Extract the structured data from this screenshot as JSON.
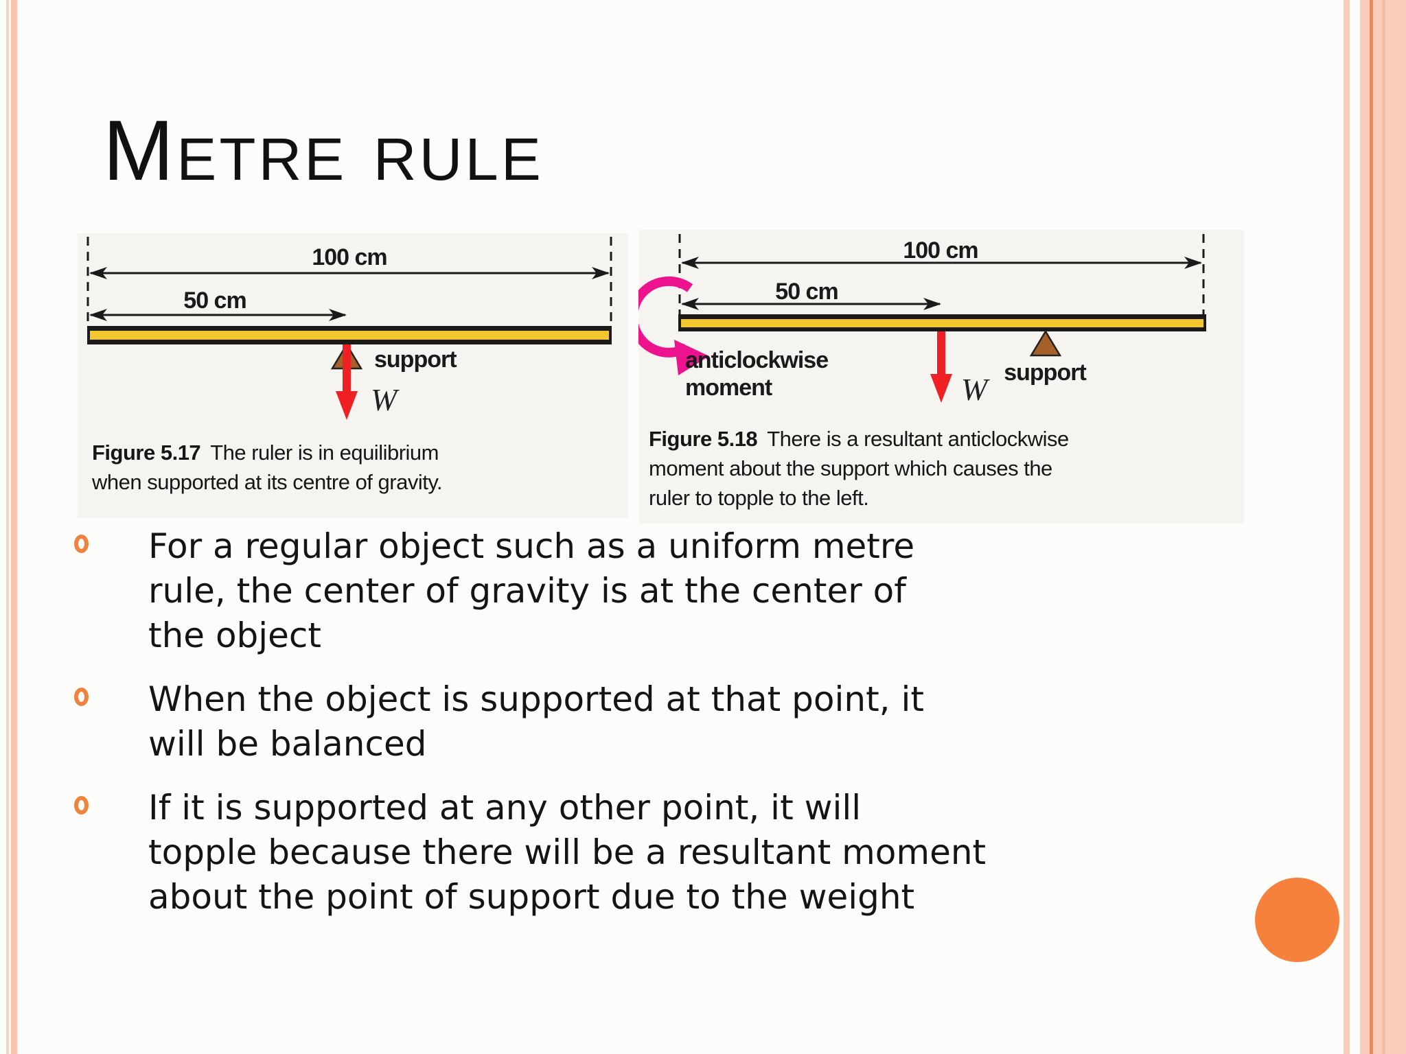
{
  "title": "Metre rule",
  "figures": {
    "fig17": {
      "dim_100": "100 cm",
      "dim_50": "50 cm",
      "support": "support",
      "weight": "W",
      "caption_label": "Figure 5.17",
      "caption_text": "The ruler is in equilibrium\nwhen supported at its centre of gravity."
    },
    "fig18": {
      "dim_100": "100 cm",
      "dim_50": "50 cm",
      "moment": "anticlockwise\nmoment",
      "support": "support",
      "weight": "W",
      "caption_label": "Figure 5.18",
      "caption_text": "There is a resultant anticlockwise\nmoment about the support which causes the\nruler to topple to the left."
    }
  },
  "bullets": [
    "For a regular object such as a uniform metre\nrule, the center of gravity is at the center of\nthe object",
    "When the object is supported at that point, it\nwill be balanced",
    "If it is supported at any other point, it will\ntopple because there will be a resultant moment\nabout the point of support due to the weight"
  ],
  "colors": {
    "accent_orange": "#F6813D",
    "bullet_orange": "#F0833C",
    "stripe_peach": "#F7C5AE",
    "stripe_dark_orange": "#EE8C4F",
    "ruler_yellow": "#F5C72E",
    "arrow_red": "#EE2023",
    "moment_magenta": "#ED138E",
    "support_brown": "#A8602A"
  }
}
